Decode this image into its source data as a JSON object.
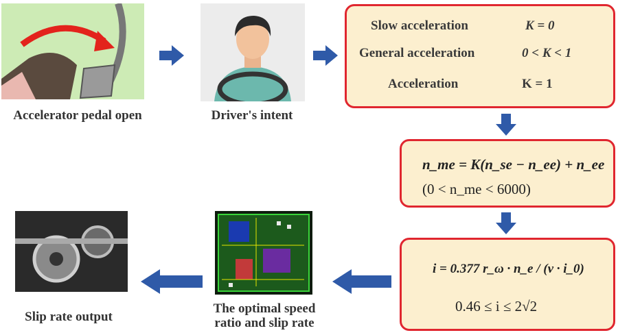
{
  "steps": {
    "pedal_label": "Accelerator pedal open",
    "driver_label": "Driver's intent",
    "optimal_label_line1": "The optimal speed",
    "optimal_label_line2": "ratio and slip rate",
    "output_label": "Slip rate output"
  },
  "intent_box": {
    "rows": [
      {
        "label": "Slow acceleration",
        "cond": "K = 0"
      },
      {
        "label": "General acceleration",
        "cond": "0 < K < 1"
      },
      {
        "label": "Acceleration",
        "cond": "K = 1"
      }
    ]
  },
  "speed_box": {
    "formula": "n_me = K(n_se − n_ee) + n_ee",
    "range": "(0 < n_me < 6000)"
  },
  "ratio_box": {
    "formula": "i = 0.377 r_ω · n_e / (v · i_0)",
    "range": "0.46 ≤ i ≤ 2√2"
  },
  "colors": {
    "arrow": "#2f5aa8",
    "box_border": "#e0262f",
    "box_fill": "#fcefcf"
  }
}
